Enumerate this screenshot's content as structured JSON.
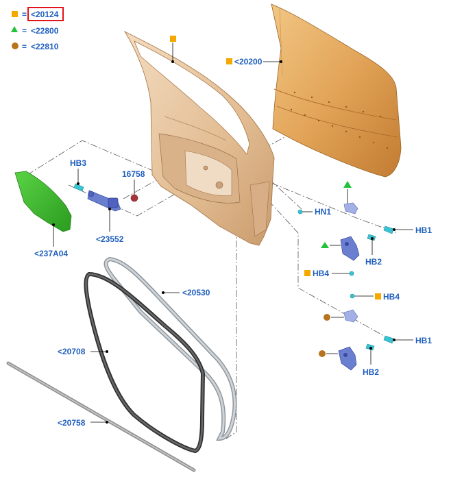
{
  "legend": [
    {
      "symbol": "square",
      "color": "#f5a800",
      "eq": "=",
      "code": "<20124",
      "highlighted": true
    },
    {
      "symbol": "triangle",
      "color": "#22c33a",
      "eq": "=",
      "code": "<22800"
    },
    {
      "symbol": "circle",
      "color": "#b8731f",
      "eq": "=",
      "code": "<22810"
    }
  ],
  "labels": {
    "outer_panel": "<20200",
    "hb3": "HB3",
    "p16758": "16758",
    "hn1": "HN1",
    "hb1_top": "HB1",
    "hb2_top": "HB2",
    "hb4_left": "HB4",
    "hb4_right": "HB4",
    "hb1_bottom": "HB1",
    "hb2_bottom": "HB2",
    "p23552": "<23552",
    "p237a04": "<237A04",
    "p20530": "<20530",
    "p20708": "<20708",
    "p20758": "<20758"
  },
  "colors": {
    "label_blue": "#1f5fbf",
    "door_frame": "#e6c49a",
    "outer_panel": "#e2a458",
    "green_part": "#3bbf2a",
    "weatherstrip_dark": "#4a4a4a",
    "weatherstrip_light": "#b8bec4",
    "hinge_blue": "#6b7fd0",
    "bolt_cyan": "#39c4d4",
    "highlight_red": "#e0141b"
  }
}
